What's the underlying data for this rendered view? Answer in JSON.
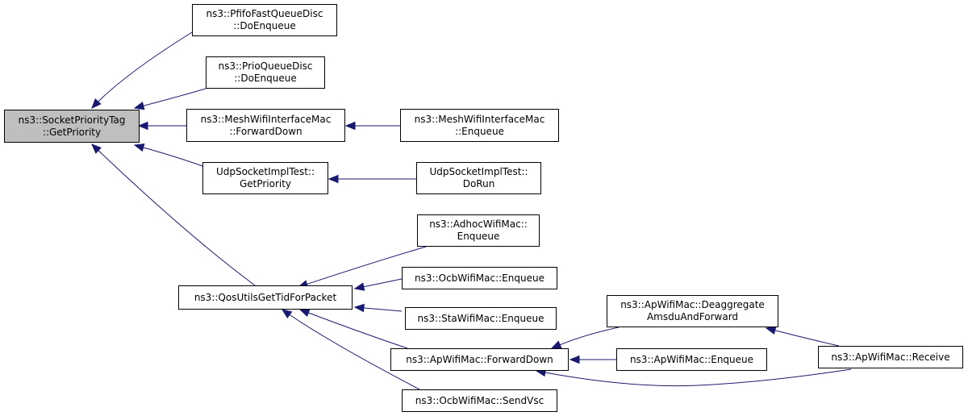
{
  "diagram": {
    "type": "caller-graph",
    "colors": {
      "edge": "#191970",
      "node_border": "#000000",
      "node_fill": "#ffffff",
      "focus_fill": "#bfbfbf"
    },
    "nodes": [
      {
        "id": "focus",
        "lines": [
          "ns3::SocketPriorityTag",
          "::GetPriority"
        ],
        "focus": true
      },
      {
        "id": "pfifo",
        "lines": [
          "ns3::PfifoFastQueueDisc",
          "::DoEnqueue"
        ]
      },
      {
        "id": "prio",
        "lines": [
          "ns3::PrioQueueDisc",
          "::DoEnqueue"
        ]
      },
      {
        "id": "meshfwd",
        "lines": [
          "ns3::MeshWifiInterfaceMac",
          "::ForwardDown"
        ]
      },
      {
        "id": "meshenq",
        "lines": [
          "ns3::MeshWifiInterfaceMac",
          "::Enqueue"
        ]
      },
      {
        "id": "udpgp",
        "lines": [
          "UdpSocketImplTest::",
          "GetPriority"
        ]
      },
      {
        "id": "udprun",
        "lines": [
          "UdpSocketImplTest::",
          "DoRun"
        ]
      },
      {
        "id": "qos",
        "lines": [
          "ns3::QosUtilsGetTidForPacket"
        ]
      },
      {
        "id": "adhoc",
        "lines": [
          "ns3::AdhocWifiMac::",
          "Enqueue"
        ]
      },
      {
        "id": "ocbenq",
        "lines": [
          "ns3::OcbWifiMac::Enqueue"
        ]
      },
      {
        "id": "staenq",
        "lines": [
          "ns3::StaWifiMac::Enqueue"
        ]
      },
      {
        "id": "apfwd",
        "lines": [
          "ns3::ApWifiMac::ForwardDown"
        ]
      },
      {
        "id": "ocbvsc",
        "lines": [
          "ns3::OcbWifiMac::SendVsc"
        ]
      },
      {
        "id": "apdeagg",
        "lines": [
          "ns3::ApWifiMac::Deaggregate",
          "AmsduAndForward"
        ]
      },
      {
        "id": "apenq",
        "lines": [
          "ns3::ApWifiMac::Enqueue"
        ]
      },
      {
        "id": "aprecv",
        "lines": [
          "ns3::ApWifiMac::Receive"
        ]
      }
    ],
    "edges": [
      {
        "from": "pfifo",
        "to": "focus"
      },
      {
        "from": "prio",
        "to": "focus"
      },
      {
        "from": "meshfwd",
        "to": "focus"
      },
      {
        "from": "udpgp",
        "to": "focus"
      },
      {
        "from": "qos",
        "to": "focus"
      },
      {
        "from": "meshenq",
        "to": "meshfwd"
      },
      {
        "from": "udprun",
        "to": "udpgp"
      },
      {
        "from": "adhoc",
        "to": "qos"
      },
      {
        "from": "ocbenq",
        "to": "qos"
      },
      {
        "from": "staenq",
        "to": "qos"
      },
      {
        "from": "apfwd",
        "to": "qos"
      },
      {
        "from": "ocbvsc",
        "to": "qos"
      },
      {
        "from": "apdeagg",
        "to": "apfwd"
      },
      {
        "from": "apenq",
        "to": "apfwd"
      },
      {
        "from": "aprecv",
        "to": "apfwd"
      },
      {
        "from": "aprecv",
        "to": "apdeagg"
      }
    ]
  }
}
